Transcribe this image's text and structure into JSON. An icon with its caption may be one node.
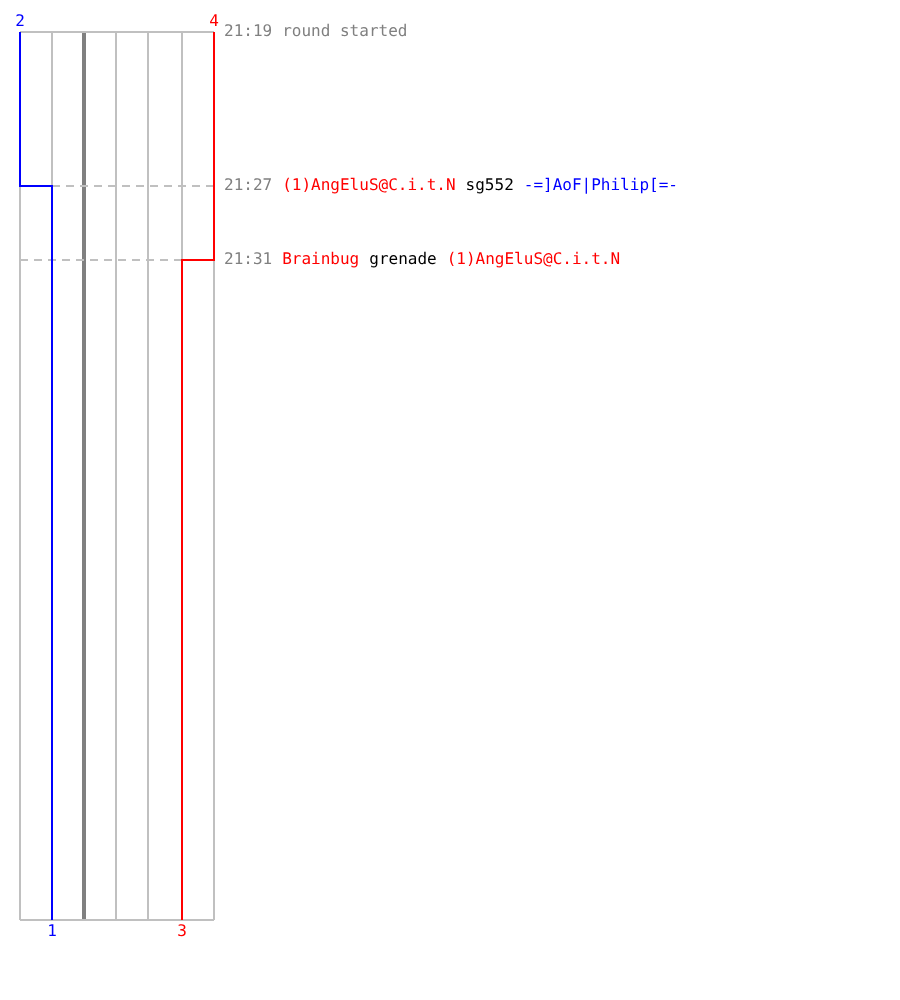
{
  "diagram": {
    "labels": [
      "2",
      "4",
      "21:19",
      "round started",
      "21:27",
      "(1)AngEluS@C.i.t.N",
      "sg552",
      "-=]AoF|Philip[=-",
      "21:31",
      "Brainbug",
      "grenade",
      "(1)AngEluS@C.i.t.N",
      "1",
      "3"
    ]
  }
}
